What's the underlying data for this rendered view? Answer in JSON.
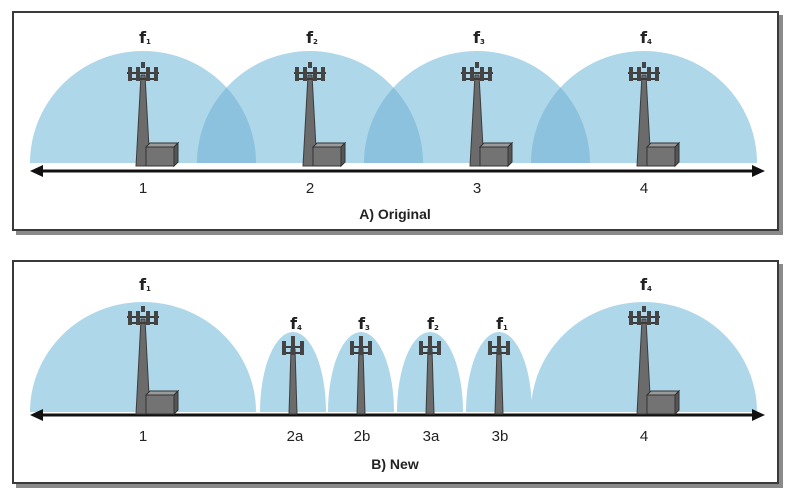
{
  "colors": {
    "coverage": "#aed7ea",
    "overlap": "#8cc2dd",
    "tower": "#6b6b6b",
    "axis": "#111111"
  },
  "panel_a": {
    "caption": "A) Original",
    "sites": [
      {
        "position": "1",
        "frequency": "f",
        "sub": "1",
        "size": "large"
      },
      {
        "position": "2",
        "frequency": "f",
        "sub": "2",
        "size": "large"
      },
      {
        "position": "3",
        "frequency": "f",
        "sub": "3",
        "size": "large"
      },
      {
        "position": "4",
        "frequency": "f",
        "sub": "4",
        "size": "large"
      }
    ]
  },
  "panel_b": {
    "caption": "B) New",
    "sites": [
      {
        "position": "1",
        "frequency": "f",
        "sub": "1",
        "size": "large"
      },
      {
        "position": "2a",
        "frequency": "f",
        "sub": "4",
        "size": "small"
      },
      {
        "position": "2b",
        "frequency": "f",
        "sub": "3",
        "size": "small"
      },
      {
        "position": "3a",
        "frequency": "f",
        "sub": "2",
        "size": "small"
      },
      {
        "position": "3b",
        "frequency": "f",
        "sub": "1",
        "size": "small"
      },
      {
        "position": "4",
        "frequency": "f",
        "sub": "4",
        "size": "large"
      }
    ]
  }
}
